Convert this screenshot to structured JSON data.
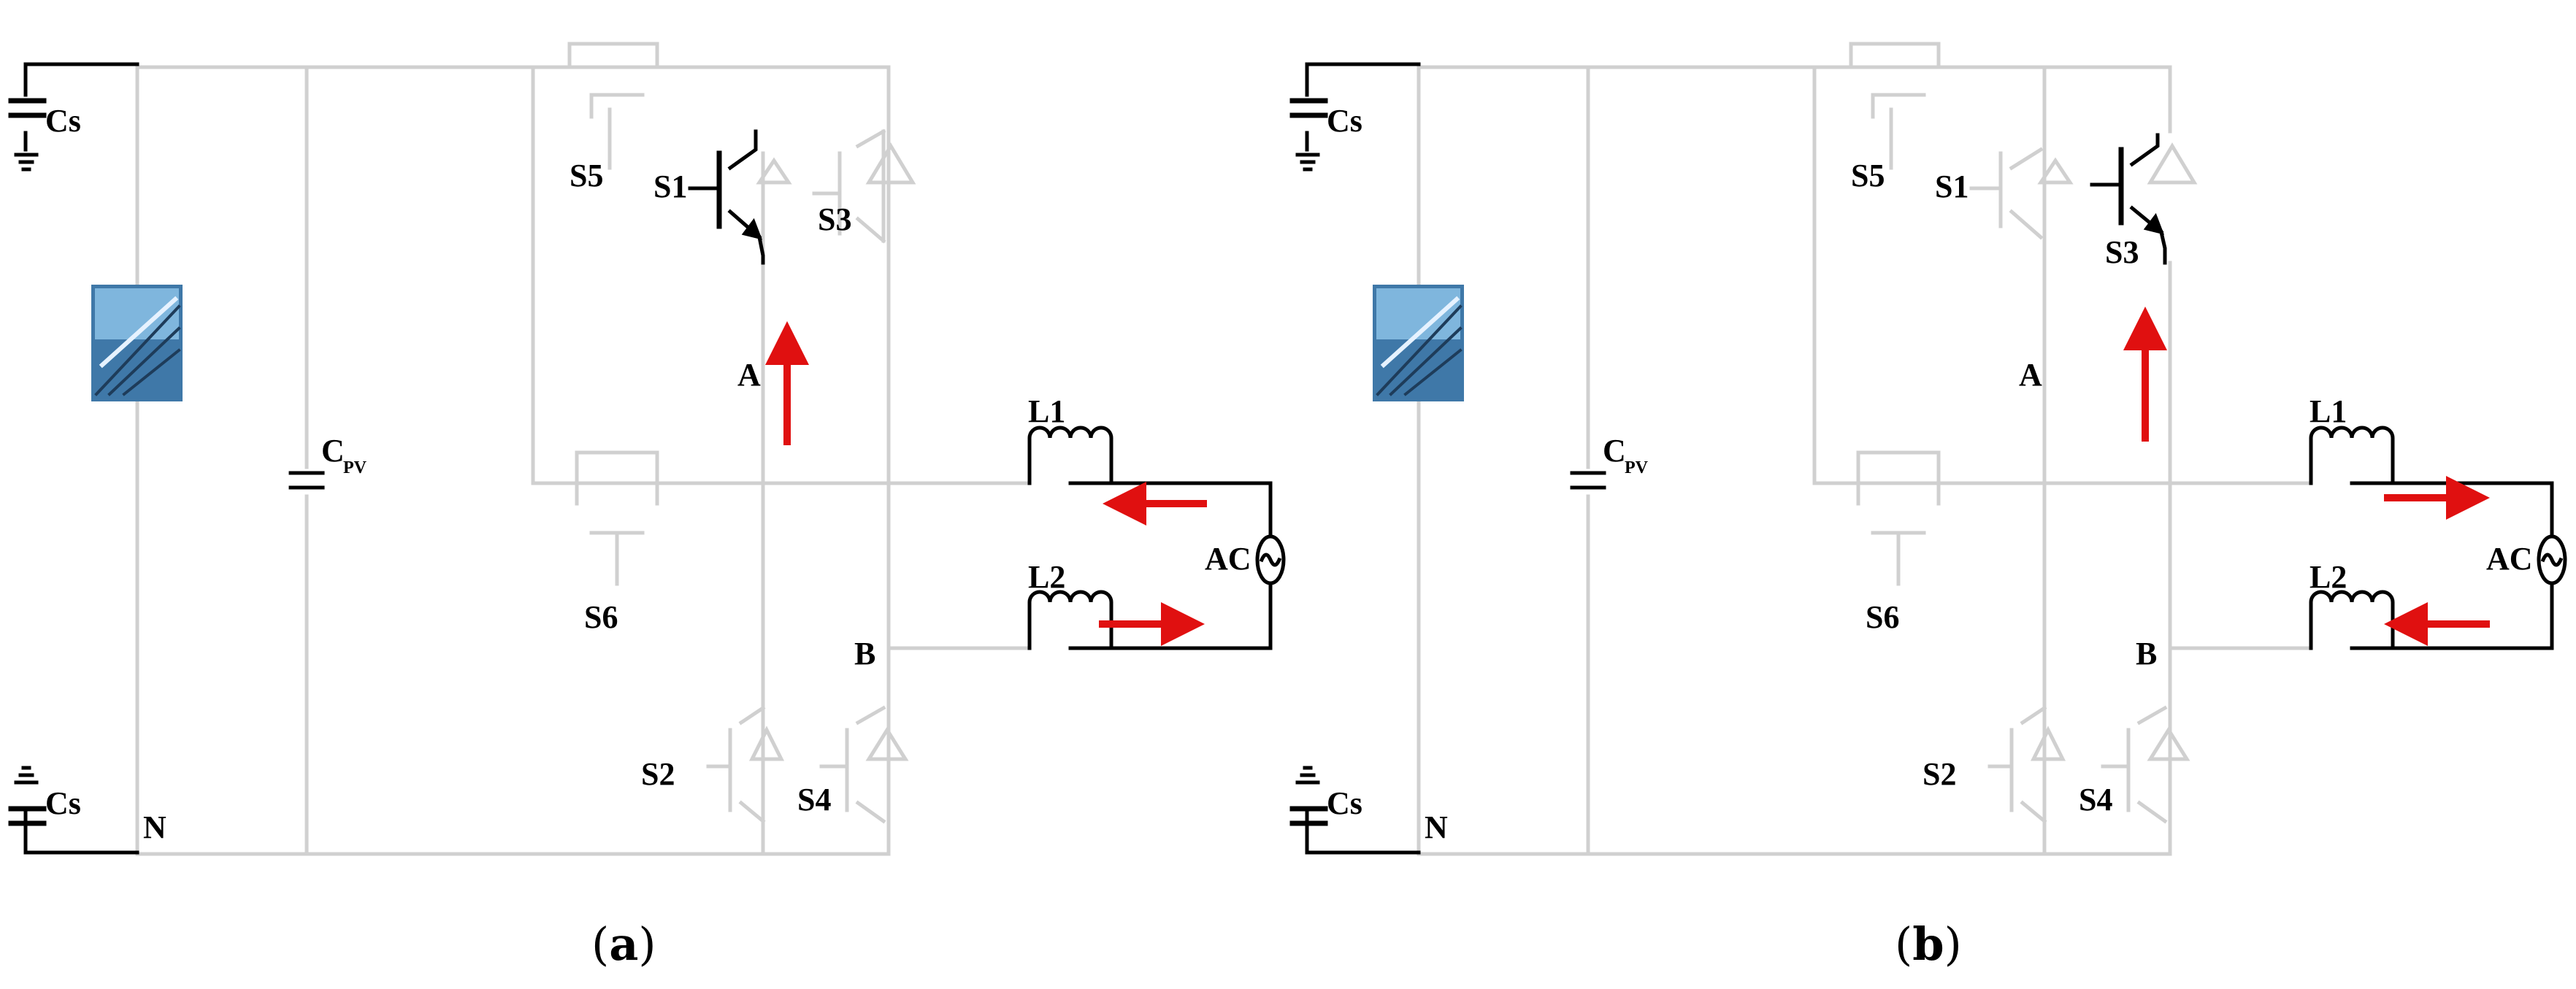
{
  "panels": [
    {
      "caption": {
        "open": "(",
        "letter": "a",
        "close": ")"
      },
      "labels": {
        "cs_top": "Cs",
        "cs_bottom": "Cs",
        "cpv": "C",
        "cpv_sub": "PV",
        "s1": "S1",
        "s2": "S2",
        "s3": "S3",
        "s4": "S4",
        "s5": "S5",
        "s6": "S6",
        "node_a": "A",
        "node_b": "B",
        "node_n": "N",
        "l1": "L1",
        "l2": "L2",
        "ac": "AC"
      },
      "active_switch": "S1"
    },
    {
      "caption": {
        "open": "(",
        "letter": "b",
        "close": ")"
      },
      "labels": {
        "cs_top": "Cs",
        "cs_bottom": "Cs",
        "cpv": "C",
        "cpv_sub": "PV",
        "s1": "S1",
        "s2": "S2",
        "s3": "S3",
        "s4": "S4",
        "s5": "S5",
        "s6": "S6",
        "node_a": "A",
        "node_b": "B",
        "node_n": "N",
        "l1": "L1",
        "l2": "L2",
        "ac": "AC"
      },
      "active_switch": "S3"
    }
  ],
  "colors": {
    "inactive": "#d0d0d0",
    "active": "#000000",
    "current_arrow": "#e01010",
    "background": "#ffffff"
  }
}
